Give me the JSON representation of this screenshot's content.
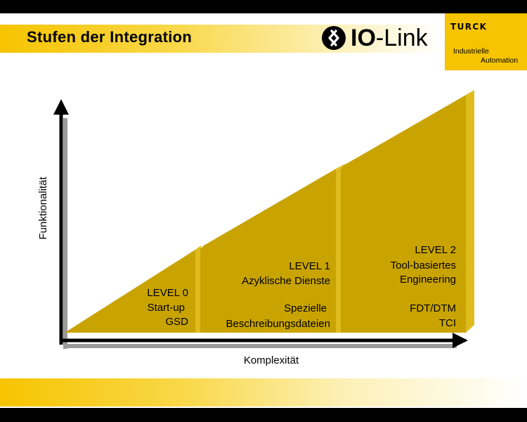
{
  "header": {
    "title": "Stufen der Integration",
    "io_link_prefix": "IO",
    "io_link_suffix": "-Link",
    "brand": "TURCK",
    "brand_tagline_1": "Industrielle",
    "brand_tagline_2": "Automation"
  },
  "axes": {
    "y_label": "Funktionalität",
    "x_label": "Komplexität"
  },
  "levels": [
    {
      "lines": [
        "LEVEL 0",
        "Start-up",
        "GSD"
      ]
    },
    {
      "lines": [
        "LEVEL 1",
        "Azyklische Dienste",
        "",
        "Spezielle",
        "Beschreibungsdateien"
      ]
    },
    {
      "lines": [
        "LEVEL 2",
        "Tool-basiertes",
        "Engineering",
        "",
        "FDT/DTM",
        "TCI"
      ]
    }
  ],
  "colors": {
    "accent_yellow": "#f6c400",
    "level_fill": "#c9a400",
    "level_side": "#e0bb1d",
    "axis": "#000000"
  }
}
